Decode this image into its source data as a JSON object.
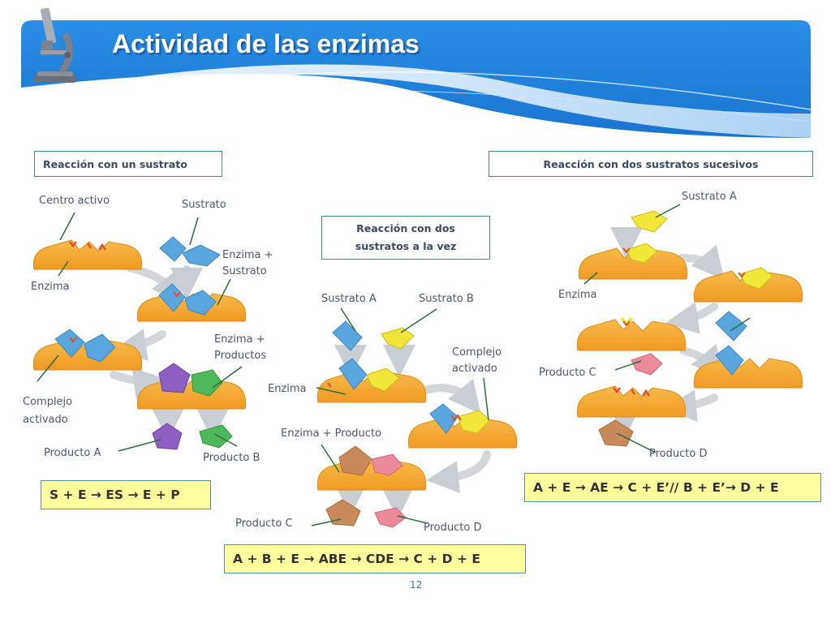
{
  "header": {
    "title": "Actividad de las enzimas"
  },
  "sections": {
    "one_substrate": "Reacción con un sustrato",
    "two_successive": "Reacción con dos sustratos sucesivos",
    "two_simultaneous": "Reacción con dos sustratos a la vez"
  },
  "labels": {
    "left": {
      "active_site": "Centro activo",
      "substrate": "Sustrato",
      "enzyme": "Enzima",
      "enzyme_substrate": "Enzima + Sustrato",
      "enzyme_products": "Enzima + Productos",
      "activated_complex": "Complejo activado",
      "product_a": "Producto A",
      "product_b": "Producto B"
    },
    "middle": {
      "substrate_a": "Sustrato A",
      "substrate_b": "Sustrato B",
      "activated_complex": "Complejo activado",
      "enzyme": "Enzima",
      "enzyme_product": "Enzima + Producto",
      "product_c": "Producto C",
      "product_d": "Producto D"
    },
    "right": {
      "substrate_a": "Sustrato A",
      "enzyme": "Enzima",
      "product_c": "Producto C",
      "product_d": "Producto D"
    }
  },
  "equations": {
    "one_substrate": "S + E → ES → E + P",
    "two_simultaneous": "A + B + E → ABE → CDE → C + D + E",
    "two_successive": "A + E → AE → C + E’// B + E’→ D + E"
  },
  "footer": {
    "page_number": "12"
  },
  "colors": {
    "enzyme": "#f5a630",
    "enzyme_dark": "#e08a18",
    "active_site": "#e0502a",
    "substrate_blue": "#5aa7e0",
    "substrate_yellow": "#f3e63a",
    "product_purple": "#8d5fc0",
    "product_green": "#4fb85a",
    "product_brown": "#c9895a",
    "product_pink": "#ea8a9a",
    "arrow_gray": "#c9cdd4",
    "header_blue": "#1f86df",
    "equation_bg": "#ffffa0"
  }
}
